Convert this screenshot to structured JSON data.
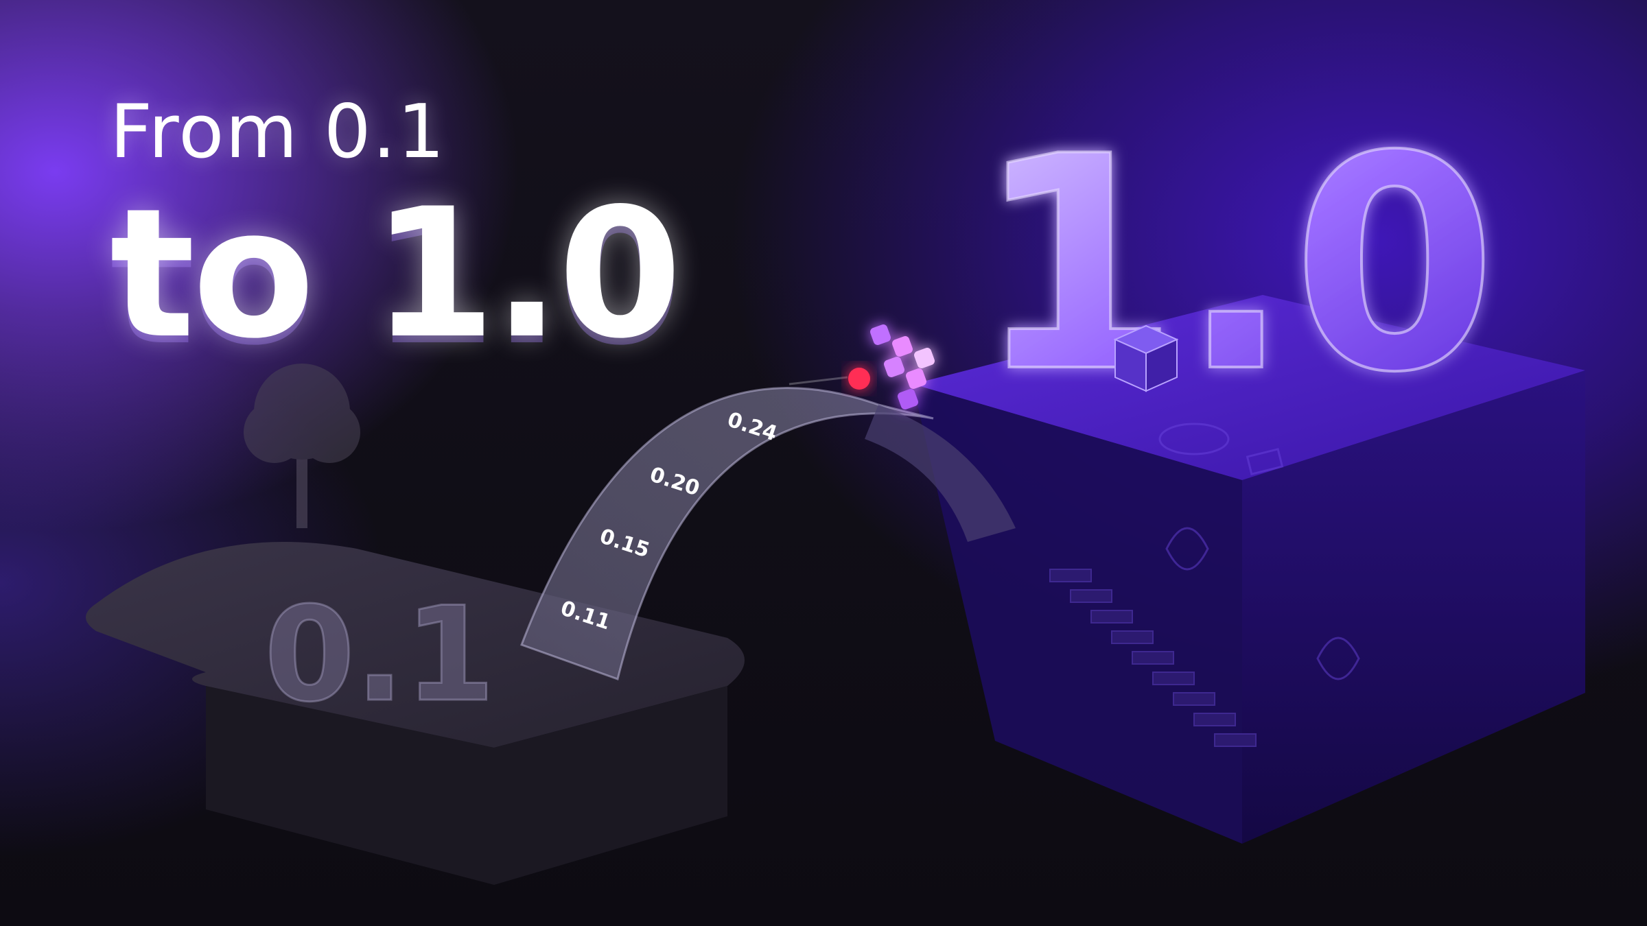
{
  "headline": {
    "line1": "From 0.1",
    "line2": "to 1.0"
  },
  "start_version": "0.1",
  "end_version": "1.0",
  "bridge_milestones": [
    "0.11",
    "0.15",
    "0.20",
    "0.24"
  ],
  "icons": {
    "logo": "grid-logo-icon",
    "ball": "red-ball-icon",
    "tree": "tree-icon",
    "cube": "cube-icon"
  },
  "colors": {
    "accent_purple": "#7a3cf0",
    "deep_indigo": "#3f17b8",
    "logo_pink": "#e98bff",
    "ball_red": "#ff2d55"
  }
}
